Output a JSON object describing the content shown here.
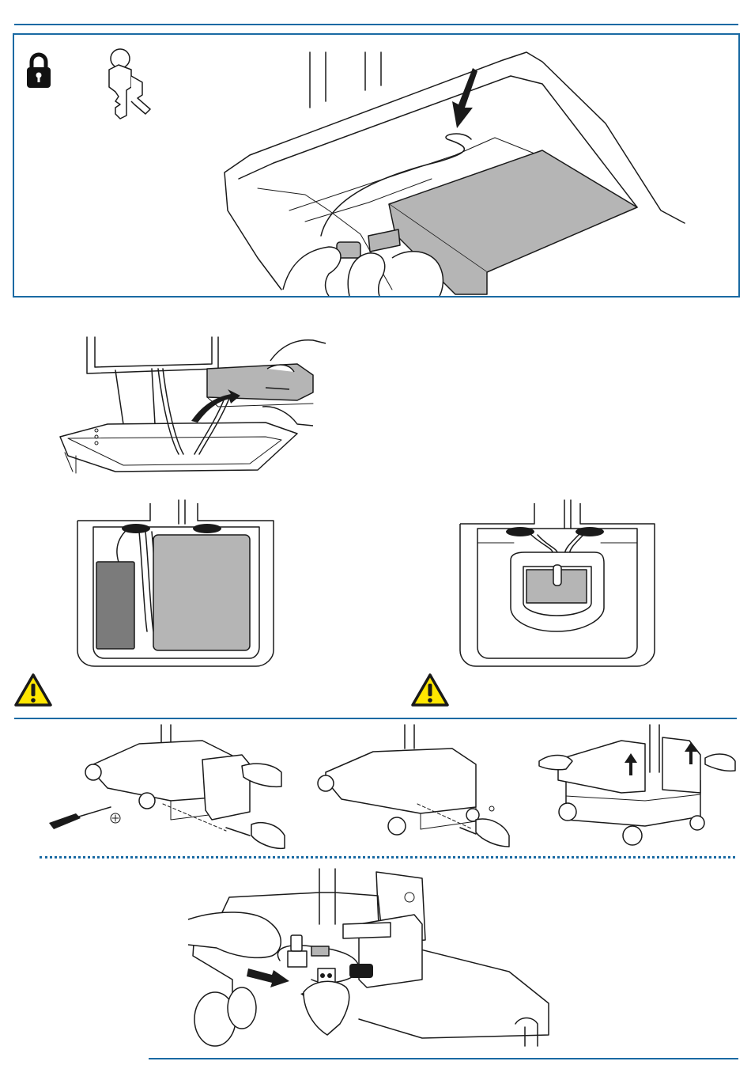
{
  "colors": {
    "accent_rule": "#1a6aa3",
    "warning_fill": "#ffe600",
    "warning_stroke": "#1a1a1a",
    "battery_grey": "#b5b5b5",
    "dark_grey": "#7b7b7b"
  },
  "icons": {
    "lock": "padlock-icon",
    "keys": "keys-icon",
    "warning": "warning-triangle-icon"
  },
  "figures": [
    "step-unlock-cable-lock",
    "step-lift-battery-out",
    "view-battery-bay-with-battery",
    "view-battery-bay-connector",
    "step-remove-screws",
    "step-remove-side-screw",
    "step-lift-cover",
    "step-connect-power-cables"
  ]
}
